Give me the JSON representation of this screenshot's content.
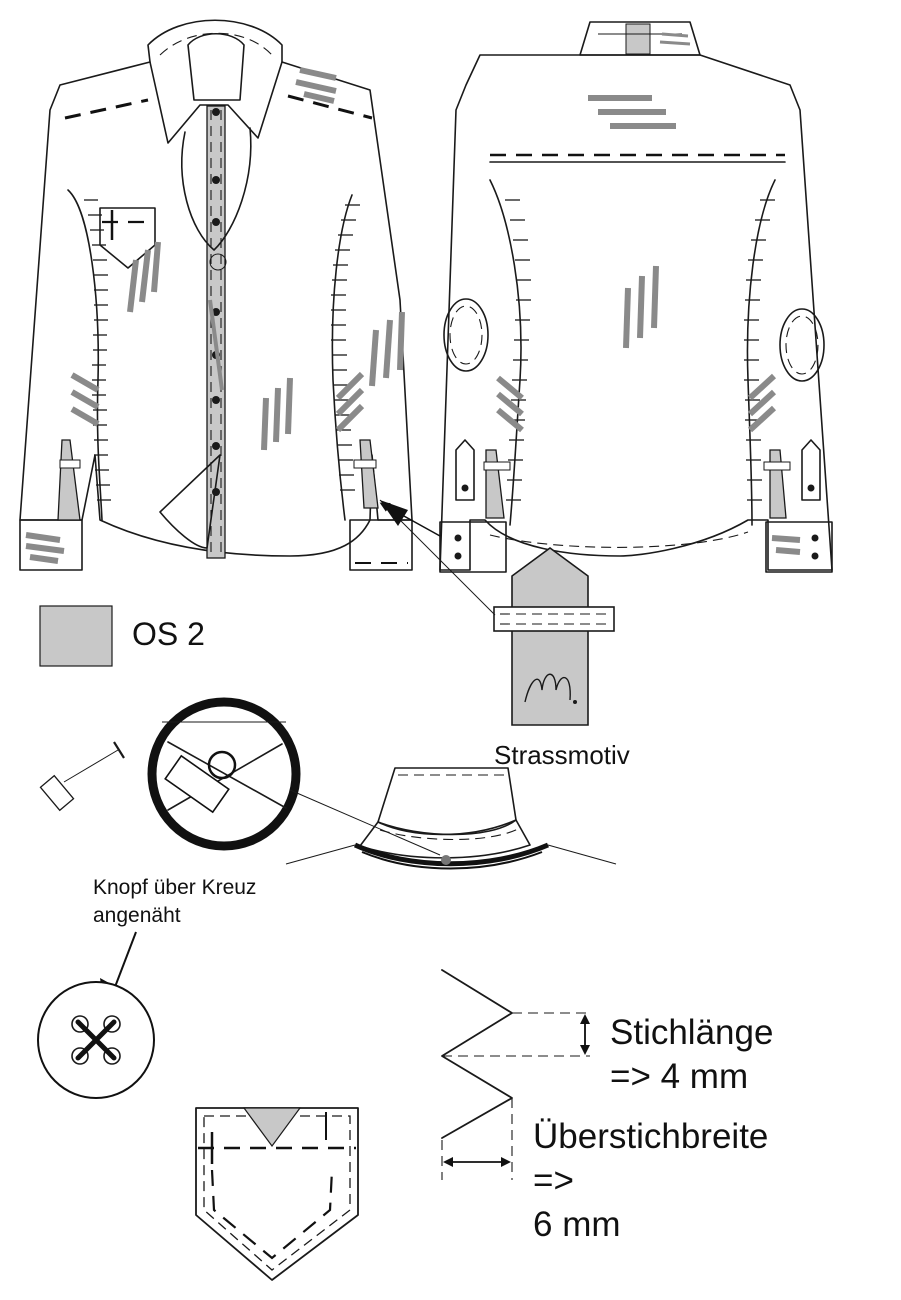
{
  "legend": {
    "label": "OS 2",
    "swatch_color": "#c8c8c8"
  },
  "labels": {
    "rhinestone_motif": "Strassmotiv",
    "button_note_line1": "Knopf über Kreuz",
    "button_note_line2": "angenäht",
    "stitch_length_label": "Stichlänge",
    "stitch_length_value": "=> 4 mm",
    "overstitch_width_label": "Überstichbreite",
    "overstitch_width_arrow": "=>",
    "overstitch_width_value": "6 mm"
  },
  "colors": {
    "ink": "#1a1a1a",
    "accent_gray": "#8a8a8a",
    "fill_gray": "#c8c8c8"
  }
}
